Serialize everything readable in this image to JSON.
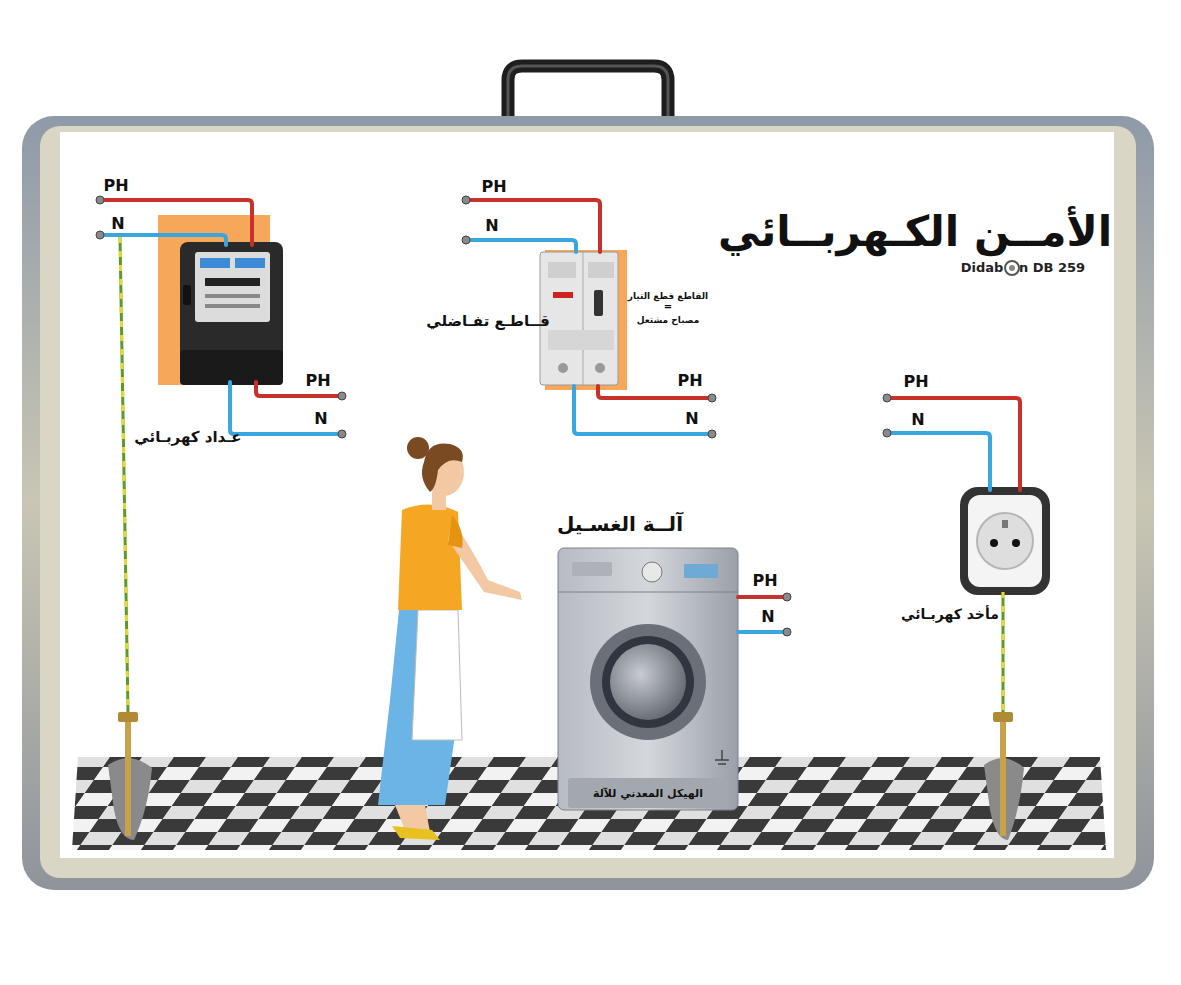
{
  "diagram": {
    "title": "الأمــن الكـهربــائي",
    "nodes": [
      {
        "text": [
          "عـداد كهربـائي"
        ]
      },
      {
        "text": [
          "قــاطـع تفـاضلي"
        ]
      },
      {
        "text": [
          "مأخد كهربـائي"
        ]
      },
      {
        "text": [
          "آلــة الغسـيل",
          "الهيكل المعدني للآلة"
        ]
      }
    ],
    "labels": [
      "PH",
      "N",
      "PH",
      "N",
      "PH",
      "N",
      "القاطع قطع التيار",
      "=",
      "مصباح مشتعل",
      "PH",
      "N",
      "PH",
      "N",
      "PH",
      "N",
      "Didab",
      "n DB 259"
    ]
  }
}
